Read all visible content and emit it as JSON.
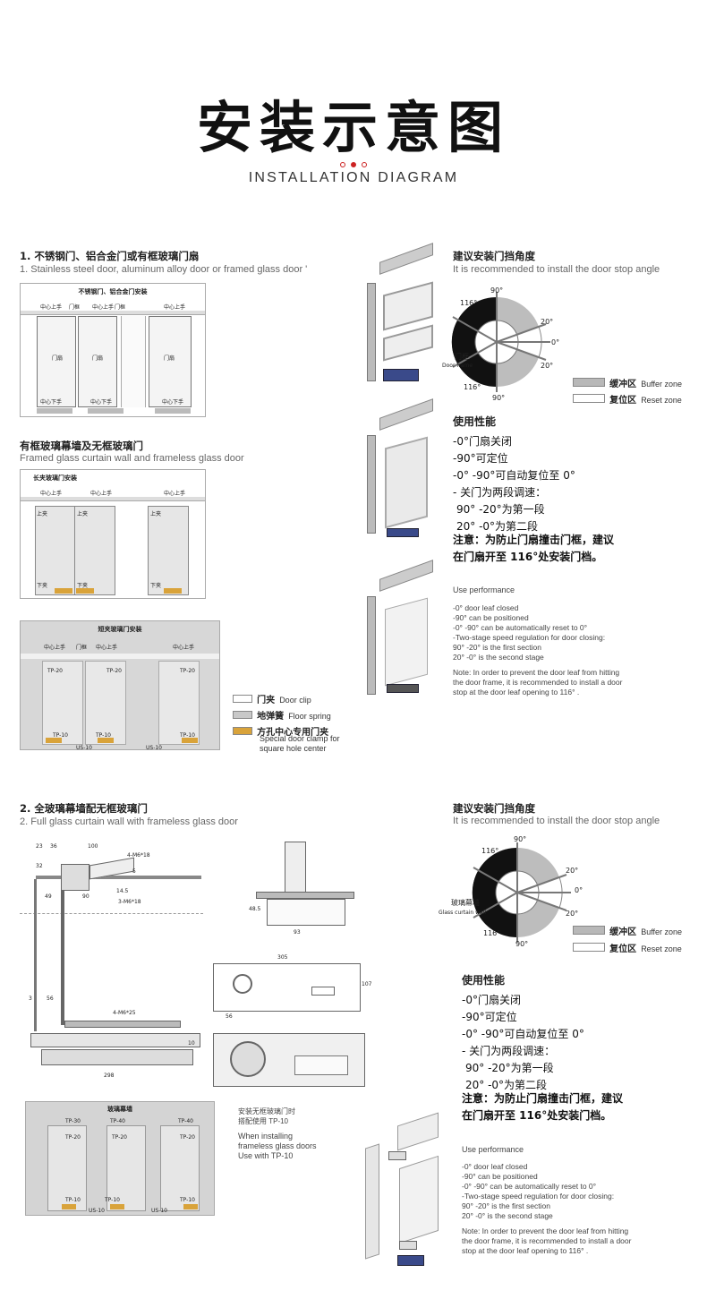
{
  "header": {
    "title_cn": "安装示意图",
    "title_en": "INSTALLATION DIAGRAM"
  },
  "colors": {
    "accent_red": "#c8282a",
    "clamp_orange": "#d9a33a",
    "door_frame_gray": "#9a9a9a",
    "buffer_zone_gray": "#b8b8b8"
  },
  "section1": {
    "heading_cn": "1. 不锈钢门、铝合金门或有框玻璃门扇",
    "heading_en": "1. Stainless steel door, aluminum alloy door or framed glass door '",
    "diagram_a": {
      "title": "不锈钢门、铝合金门安装",
      "top_labels": [
        "中心上手",
        "门框",
        "中心上手",
        "门框",
        "中心上手"
      ],
      "door_labels": [
        "门扇",
        "门扇",
        "门扇"
      ],
      "bottom_labels": [
        "中心下手",
        "中心下手",
        "中心下手"
      ]
    },
    "sub_heading_cn": "有框玻璃幕墙及无框玻璃门",
    "sub_heading_en": "Framed glass curtain wall and frameless glass door",
    "diagram_b": {
      "title": "长夹玻璃门安装",
      "top_labels": [
        "中心上手",
        "中心上手",
        "中心上手"
      ],
      "upper_clamp": [
        "上夹",
        "上夹",
        "上夹"
      ],
      "lower_clamp": [
        "下夹",
        "下夹",
        "下夹"
      ]
    },
    "diagram_c": {
      "title": "短夹玻璃门安装",
      "top_labels": [
        "中心上手",
        "门框",
        "中心上手",
        "中心上手"
      ],
      "tp20": [
        "TP-20",
        "TP-20",
        "TP-20"
      ],
      "tp10": [
        "TP-10",
        "TP-10",
        "TP-10"
      ],
      "us10": [
        "US-10",
        "US-10"
      ]
    },
    "legend": [
      {
        "cn": "门夹",
        "en": "Door clip",
        "color": "#ffffff"
      },
      {
        "cn": "地弹簧",
        "en": "Floor spring",
        "color": "#c8c8c8"
      },
      {
        "cn": "方孔中心专用门夹",
        "en": "Special door clamp for square hole center",
        "color": "#d9a33a"
      }
    ]
  },
  "angle1": {
    "heading_cn": "建议安装门挡角度",
    "heading_en": "It is recommended to install the door stop angle",
    "labels": {
      "a90top": "90°",
      "a116top": "116°",
      "a20top": "20°",
      "a0": "0°",
      "a20bot": "20°",
      "a116bot": "116°",
      "a90bot": "90°",
      "frame_cn": "门框",
      "frame_en": "Door frame"
    },
    "legend": [
      {
        "cn": "缓冲区",
        "en": "Buffer zone",
        "color": "#b8b8b8"
      },
      {
        "cn": "复位区",
        "en": "Reset zone",
        "color": "#ffffff"
      }
    ]
  },
  "performance1": {
    "heading_cn": "使用性能",
    "lines_cn": [
      "-0°门扇关闭",
      "-90°可定位",
      "-0° -90°可自动复位至 0°",
      "- 关门为两段调速：",
      " 90° -20°为第一段",
      " 20° -0°为第二段"
    ],
    "note_cn": [
      "注意：为防止门扇撞击门框，建议",
      "在门扇开至 116°处安装门档。"
    ],
    "heading_en": "Use performance",
    "lines_en": [
      "-0° door leaf closed",
      "-90° can be positioned",
      "-0° -90° can be automatically reset to 0°",
      "-Two-stage speed regulation for door closing:",
      "90° -20° is the first section",
      "20° -0° is the second stage"
    ],
    "note_en": [
      "Note: In order to prevent the door leaf from hitting",
      "the door frame, it is recommended to install a door",
      "stop at the door leaf opening to 116° ."
    ]
  },
  "section2": {
    "heading_cn": "2. 全玻璃幕墙配无框玻璃门",
    "heading_en": "2. Full glass curtain wall with frameless glass door",
    "dims": {
      "d23": "23",
      "d36": "36",
      "d100": "100",
      "m4x18": "4-M6*18",
      "d32": "32",
      "d5": "5",
      "d145": "14.5",
      "d49": "49",
      "d90": "90",
      "m3x18": "3-M6*18",
      "d3": "3",
      "d56": "56",
      "m4x25": "4-M6*25",
      "d10": "10",
      "d298": "298"
    },
    "spring_dims": {
      "d485": "48.5",
      "d93": "93",
      "d305": "305",
      "d107": "107",
      "d56": "56"
    },
    "diagram_d": {
      "title": "玻璃幕墙",
      "tp30": "TP-30",
      "tp40": [
        "TP-40",
        "TP-40"
      ],
      "tp20": [
        "TP-20",
        "TP-20",
        "TP-20"
      ],
      "tp10": [
        "TP-10",
        "TP-10",
        "TP-10"
      ],
      "us10": [
        "US-10",
        "US-10"
      ]
    },
    "note_cn": [
      "安装无框玻璃门时",
      "搭配使用 TP-10"
    ],
    "note_en": [
      "When installing",
      "frameless glass doors",
      "Use with TP-10"
    ]
  },
  "angle2": {
    "heading_cn": "建议安装门挡角度",
    "heading_en": "It is recommended to install the door stop angle",
    "labels": {
      "a90top": "90°",
      "a116top": "116°",
      "a20top": "20°",
      "a0": "0°",
      "a20bot": "20°",
      "a116bot": "116°",
      "a90bot": "90°",
      "frame_cn": "玻璃幕墙",
      "frame_en": "Glass curtain wall"
    },
    "legend": [
      {
        "cn": "缓冲区",
        "en": "Buffer zone",
        "color": "#b8b8b8"
      },
      {
        "cn": "复位区",
        "en": "Reset zone",
        "color": "#ffffff"
      }
    ]
  },
  "performance2": {
    "heading_cn": "使用性能",
    "lines_cn": [
      "-0°门扇关闭",
      "-90°可定位",
      "-0° -90°可自动复位至 0°",
      "- 关门为两段调速：",
      " 90° -20°为第一段",
      " 20° -0°为第二段"
    ],
    "note_cn": [
      "注意：为防止门扇撞击门框，建议",
      "在门扇开至 116°处安装门档。"
    ],
    "heading_en": "Use performance",
    "lines_en": [
      "-0° door leaf closed",
      "-90° can be positioned",
      "-0° -90° can be automatically reset to 0°",
      "-Two-stage speed regulation for door closing:",
      "90° -20° is the first section",
      "20° -0° is the second stage"
    ],
    "note_en": [
      "Note: In order to prevent the door leaf from hitting",
      "the door frame, it is recommended to install a door",
      "stop at the door leaf opening to 116° ."
    ]
  }
}
